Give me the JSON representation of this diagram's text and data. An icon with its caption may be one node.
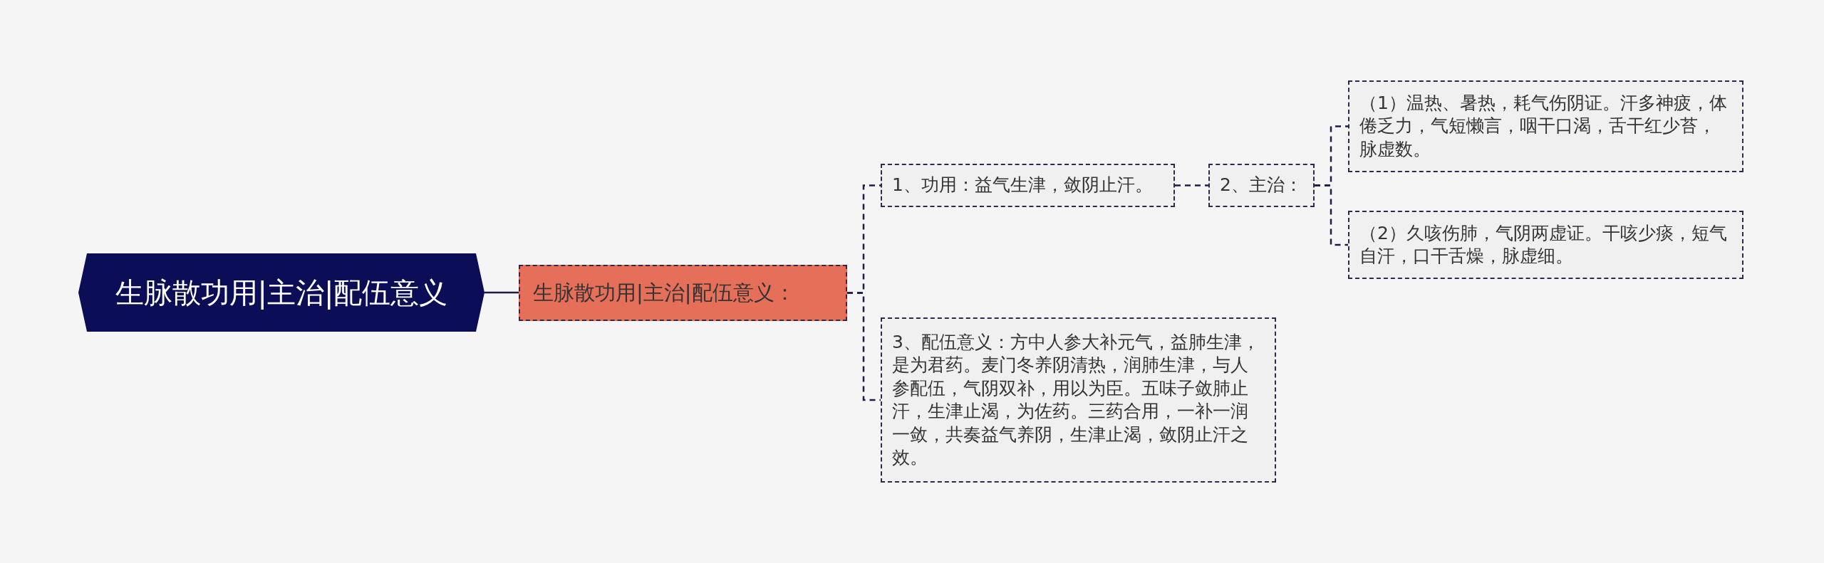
{
  "diagram": {
    "nodes": [
      {
        "text": [
          "生脉散功用|主治|配伍意义"
        ]
      },
      {
        "text": [
          "生脉散功用|主治|配伍意义："
        ]
      },
      {
        "text": [
          "1、功用：益气生津，敛阴止汗。"
        ]
      },
      {
        "text": [
          "2、主治："
        ]
      },
      {
        "text": [
          "（1）温热、暑热，耗气伤阴证。汗多神疲，体倦乏力，气短懒言，咽干口渴，舌干红少苔，脉虚数。"
        ]
      },
      {
        "text": [
          "（2）久咳伤肺，气阴两虚证。干咳少痰，短气自汗，口干舌燥，脉虚细。"
        ]
      },
      {
        "text": [
          "3、配伍意义：方中人参大补元气，益肺生津，是为君药。麦门冬养阴清热，润肺生津，与人参配伍，气阴双补，用以为臣。五味子敛肺止汗，生津止渴，为佐药。三药合用，一补一润一敛，共奏益气养阴，生津止渴，敛阴止汗之效。"
        ]
      }
    ],
    "edges": [
      {
        "from": 0,
        "to": 1,
        "arrow": "none"
      },
      {
        "from": 1,
        "to": 2,
        "arrow": "none",
        "style": "dashed"
      },
      {
        "from": 1,
        "to": 6,
        "arrow": "none",
        "style": "dashed"
      },
      {
        "from": 2,
        "to": 3,
        "arrow": "none",
        "style": "dashed"
      },
      {
        "from": 3,
        "to": 4,
        "arrow": "none",
        "style": "dashed"
      },
      {
        "from": 3,
        "to": 5,
        "arrow": "none",
        "style": "dashed"
      }
    ]
  }
}
